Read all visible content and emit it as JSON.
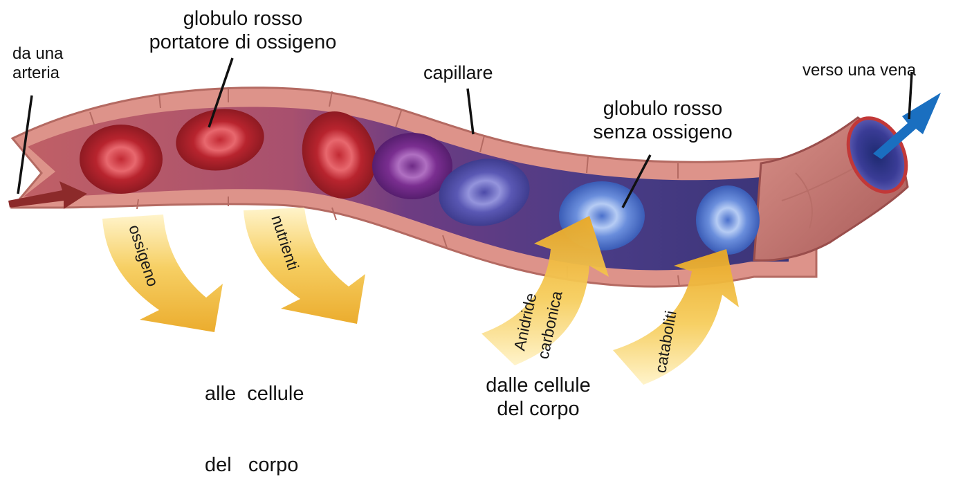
{
  "labels": {
    "artery": [
      "da una",
      "arteria"
    ],
    "oxygenated_cell": [
      "globulo rosso",
      "portatore di ossigeno"
    ],
    "capillary": "capillare",
    "vein": "verso una vena",
    "deoxygenated_cell": [
      "globulo rosso",
      "senza ossigeno"
    ],
    "to_cells": [
      "alle  cellule",
      "del   corpo"
    ],
    "from_cells": [
      "dalle cellule",
      "del corpo"
    ]
  },
  "flow_arrows": {
    "oxygen": "ossigeno",
    "nutrients": "nutrienti",
    "carbon_dioxide": [
      "Anidride",
      "carbonica"
    ],
    "waste": "cataboliti"
  },
  "colors": {
    "vessel_wall": "#d88a82",
    "vessel_lumen_arterial": "#b8555a",
    "vessel_lumen_venous": "#4a3c86",
    "rbc_oxygenated": "#c8323c",
    "rbc_transition": "#8a3c9a",
    "rbc_deoxygenated": "#5a78d2",
    "flow_arrow": "#f2bd3a",
    "inflow_arrow": "#8c2a2a",
    "outflow_arrow": "#1a6fc0"
  }
}
